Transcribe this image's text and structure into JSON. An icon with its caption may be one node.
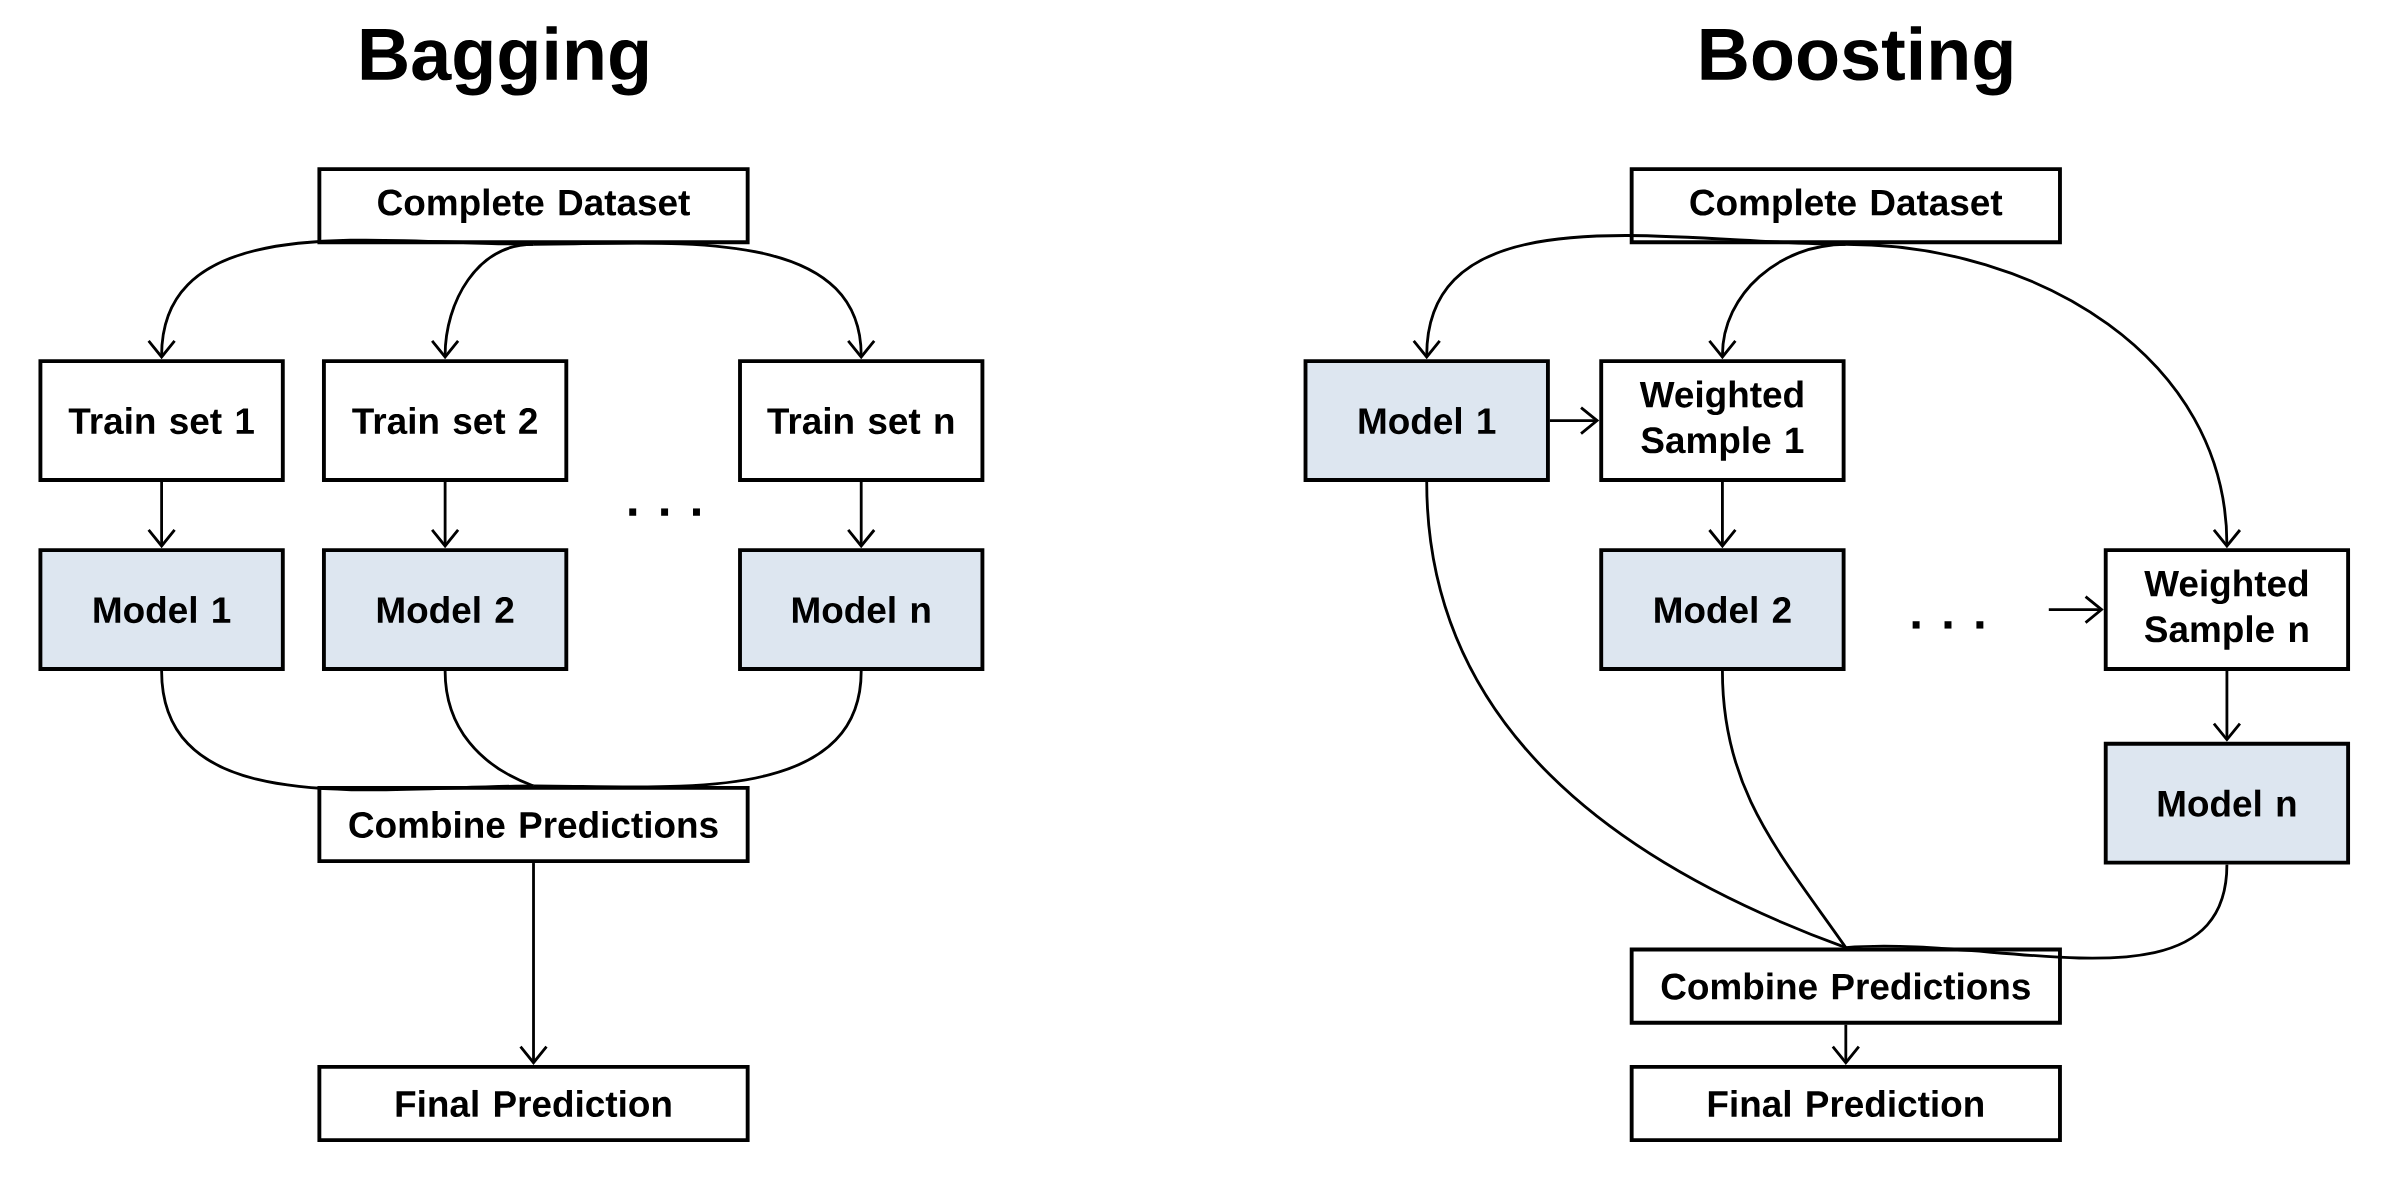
{
  "diagram": {
    "nodes": [
      {
        "text": [
          "Complete Dataset"
        ]
      },
      {
        "text": [
          "Train set 1"
        ]
      },
      {
        "text": [
          "Train set 2"
        ]
      },
      {
        "text": [
          "Train set n"
        ]
      },
      {
        "text": [
          "Model 1"
        ]
      },
      {
        "text": [
          "Model 2"
        ]
      },
      {
        "text": [
          "Model n"
        ]
      },
      {
        "text": [
          "Combine Predictions"
        ]
      },
      {
        "text": [
          "Final Prediction"
        ]
      },
      {
        "text": [
          "Complete Dataset"
        ]
      },
      {
        "text": [
          "Model 1"
        ]
      },
      {
        "text": [
          "Weighted Sample 1"
        ]
      },
      {
        "text": [
          "Model 2"
        ]
      },
      {
        "text": [
          "Weighted Sample n"
        ]
      },
      {
        "text": [
          "Model n"
        ]
      },
      {
        "text": [
          "Combine Predictions"
        ]
      },
      {
        "text": [
          "Final Prediction"
        ]
      }
    ],
    "edges": [
      {
        "from": 0,
        "to": 1,
        "arrow": "to"
      },
      {
        "from": 0,
        "to": 2,
        "arrow": "to"
      },
      {
        "from": 0,
        "to": 3,
        "arrow": "to"
      },
      {
        "from": 1,
        "to": 4,
        "arrow": "to"
      },
      {
        "from": 2,
        "to": 5,
        "arrow": "to"
      },
      {
        "from": 3,
        "to": 6,
        "arrow": "to"
      },
      {
        "from": 4,
        "to": 7,
        "arrow": "none"
      },
      {
        "from": 5,
        "to": 7,
        "arrow": "none"
      },
      {
        "from": 6,
        "to": 7,
        "arrow": "none"
      },
      {
        "from": 7,
        "to": 8,
        "arrow": "to"
      },
      {
        "from": 9,
        "to": 10,
        "arrow": "to"
      },
      {
        "from": 9,
        "to": 11,
        "arrow": "to"
      },
      {
        "from": 9,
        "to": 13,
        "arrow": "to"
      },
      {
        "from": 10,
        "to": 11,
        "arrow": "to"
      },
      {
        "from": 11,
        "to": 12,
        "arrow": "to"
      },
      {
        "from": null,
        "to": 13,
        "arrow": "to"
      },
      {
        "from": 13,
        "to": 14,
        "arrow": "to"
      },
      {
        "from": 10,
        "to": 15,
        "arrow": "none"
      },
      {
        "from": 12,
        "to": 15,
        "arrow": "none"
      },
      {
        "from": 14,
        "to": 15,
        "arrow": "none"
      },
      {
        "from": 15,
        "to": 16,
        "arrow": "to"
      }
    ],
    "labels": [
      "Bagging",
      "Boosting",
      ". . .",
      ". . ."
    ]
  }
}
